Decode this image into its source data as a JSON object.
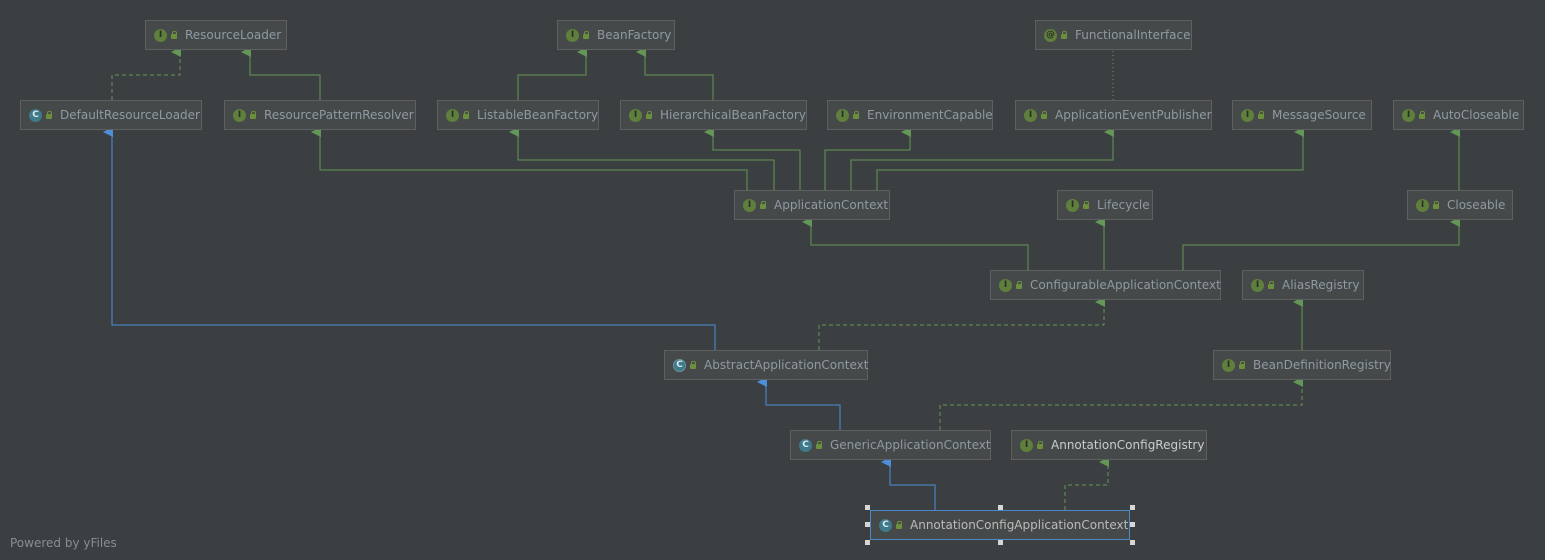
{
  "diagram": {
    "nodes": {
      "resource_loader": "ResourceLoader",
      "bean_factory": "BeanFactory",
      "functional_interface": "FunctionalInterface",
      "default_resource_loader": "DefaultResourceLoader",
      "resource_pattern_resolver": "ResourcePatternResolver",
      "listable_bean_factory": "ListableBeanFactory",
      "hierarchical_bean_factory": "HierarchicalBeanFactory",
      "environment_capable": "EnvironmentCapable",
      "application_event_publisher": "ApplicationEventPublisher",
      "message_source": "MessageSource",
      "auto_closeable": "AutoCloseable",
      "application_context": "ApplicationContext",
      "lifecycle": "Lifecycle",
      "closeable": "Closeable",
      "configurable_application_context": "ConfigurableApplicationContext",
      "alias_registry": "AliasRegistry",
      "abstract_application_context": "AbstractApplicationContext",
      "bean_definition_registry": "BeanDefinitionRegistry",
      "generic_application_context": "GenericApplicationContext",
      "annotation_config_registry": "AnnotationConfigRegistry",
      "annotation_config_application_context": "AnnotationConfigApplicationContext"
    },
    "icons": {
      "interface": "I",
      "class": "C",
      "annotation": "@"
    }
  },
  "footer": {
    "watermark": "Powered by yFiles"
  }
}
